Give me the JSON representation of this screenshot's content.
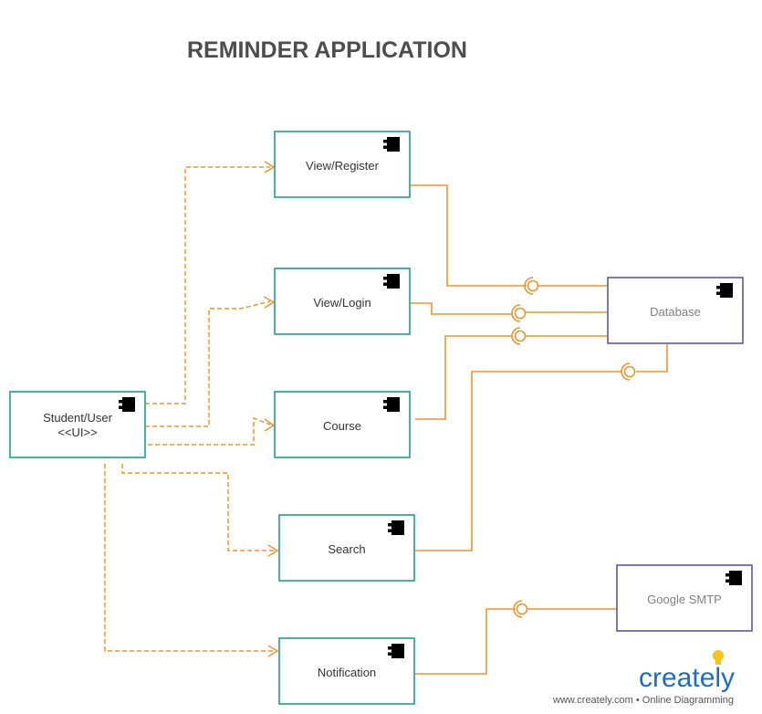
{
  "title": "REMINDER APPLICATION",
  "components": {
    "student": {
      "line1": "Student/User",
      "line2": "<<UI>>"
    },
    "view_register": {
      "label": "View/Register"
    },
    "view_login": {
      "label": "View/Login"
    },
    "course": {
      "label": "Course"
    },
    "search": {
      "label": "Search"
    },
    "notification": {
      "label": "Notification"
    },
    "database": {
      "label": "Database"
    },
    "google_smtp": {
      "label": "Google SMTP"
    }
  },
  "icons": {
    "component": "uml-component-icon",
    "bulb": "lightbulb-icon"
  },
  "colors": {
    "teal": "#1e9e8f",
    "navy": "#5a5aa0",
    "orange": "#f0952b",
    "brand": "#1b6fc0"
  },
  "branding": {
    "logo": "creately",
    "tagline": "www.creately.com • Online Diagramming"
  }
}
